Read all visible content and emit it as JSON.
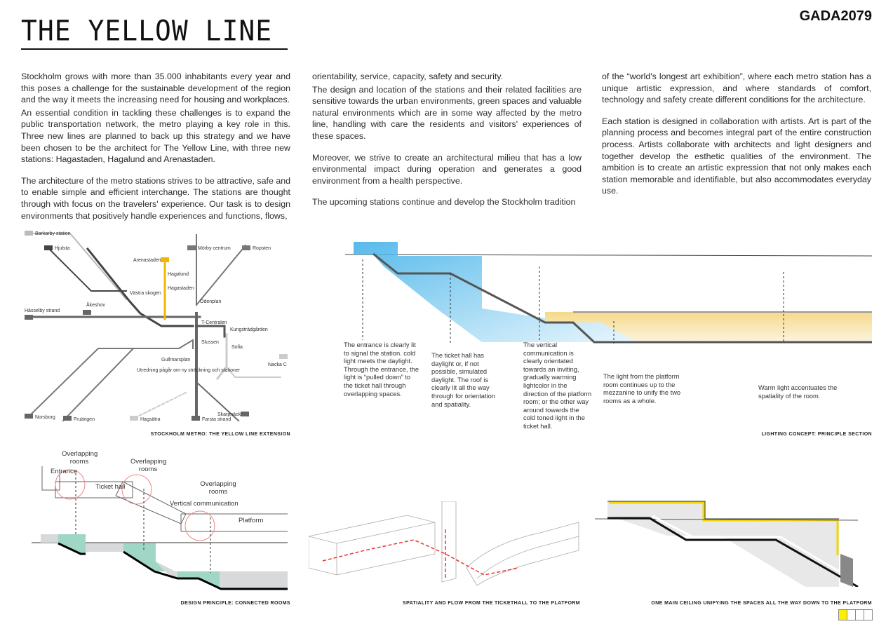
{
  "header": {
    "title": "THE YELLOW LINE",
    "brand": "GADA2079"
  },
  "intro": {
    "col1": [
      "Stockholm grows with more than 35.000 inhabitants every year and this poses a challenge for the sustainable development of the region and the way it meets the increasing need for housing and workplaces.",
      "An essential condition in tackling these challenges is to expand the public transportation network, the metro playing a key role in this. Three new lines are planned to back up this strategy and we have been chosen to be the architect for The Yellow Line, with three new stations: Hagastaden, Hagalund and Arenastaden.",
      "The architecture of the metro stations strives to be attractive, safe and to enable simple and efficient interchange. The stations are thought through with focus on the travelers' experience. Our task is to design environments that positively handle experiences and functions, flows,"
    ],
    "col2": [
      "orientability, service, capacity, safety and security.",
      "The design and location of the stations and their related facilities are sensitive towards the urban environments, green spaces and valuable natural environments which are in some way affected by the metro line, handling with care the residents and visitors' experiences of these spaces.",
      "Moreover, we strive to create an architectural milieu that has a low environmental impact during operation and generates a good environment from a health perspective.",
      "The upcoming stations continue and develop the Stockholm tradition"
    ],
    "col3": [
      "of the “world's longest art exhibition”, where each metro station has a unique artistic expression, and where standards of comfort, technology and safety create different conditions for the architecture.",
      "Each station is designed in collaboration with artists. Art is part of the planning process and becomes integral part of the entire construction process. Artists collaborate with architects and light designers and together develop the esthetic qualities of the environment. The ambition is to create an artistic expression that not only makes each station memorable and identifiable, but also accommodates everyday use."
    ]
  },
  "map": {
    "caption": "STOCKHOLM METRO: THE YELLOW LINE EXTENSION",
    "stations": [
      "Barkarby station",
      "Hjulsta",
      "Arenastaden",
      "Hagalund",
      "Hagastaden",
      "Mörby centrum",
      "Ropsten",
      "Hässelby strand",
      "Åkeshov",
      "T-Centralen",
      "Slussen",
      "Gullmarsplan",
      "Nacka C",
      "Norsborg",
      "Fruängen",
      "Hagsätra",
      "Farsta strand",
      "Skarpnäck",
      "Odenplan",
      "Kungsträdgården",
      "Sofia",
      "Västra skogen"
    ],
    "note": "Utredning pågår om ny sträckning och stationer",
    "yellow": "#f2b705"
  },
  "lighting": {
    "caption": "LIGHTING CONCEPT: PRINCIPLE SECTION",
    "notes": [
      "The entrance is clearly lit to signal the station. cold light meets the daylight. Through the entrance, the light is “pulled down” to the ticket hall through overlapping spaces.",
      "The ticket hall has daylight or, if not possible, simulated daylight. The roof is clearly lit all the way through for orientation and spatiality.",
      "The vertical communication is clearly orientated towards an inviting, gradually warming lightcolor in the direction of the platform room; or the other way around towards the cold toned light in the ticket hall.",
      "The light from the platform room continues up to the mezzanine to unify the two rooms as a whole.",
      "Warm light accentuates the spatiality of the room."
    ]
  },
  "connected": {
    "caption": "DESIGN PRINCIPLE: CONNECTED ROOMS",
    "labels": {
      "overlap": "Overlapping rooms",
      "entrance": "Entrance",
      "ticket_hall": "Ticket hall",
      "vertical": "Vertical communication",
      "platform": "Platform"
    }
  },
  "flow": {
    "caption": "SPATIALITY AND FLOW FROM THE TICKETHALL TO THE PLATFORM"
  },
  "ceiling": {
    "caption": "ONE MAIN CEILING UNIFYING THE SPACES ALL THE WAY DOWN TO THE PLATFORM"
  },
  "page_indicator": {
    "total": 4,
    "current": 1,
    "active_color": "#ffee00"
  }
}
